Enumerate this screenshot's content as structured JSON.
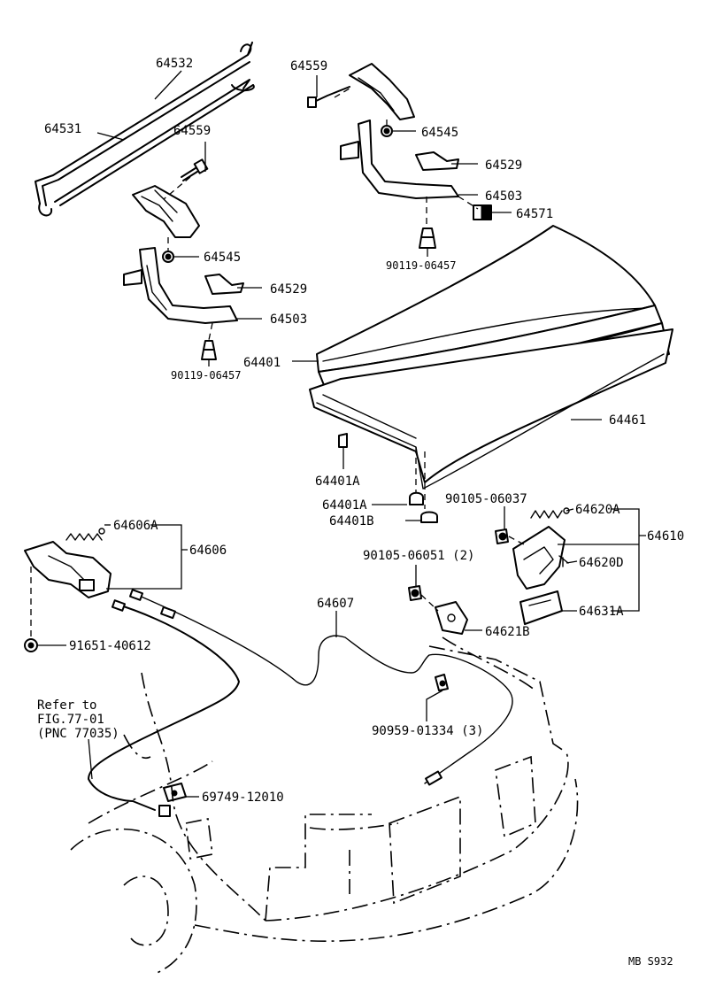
{
  "diagram_code": "MB  S932",
  "note": {
    "line1": "Refer to",
    "line2": "FIG.77-01",
    "line3": "(PNC 77035)"
  },
  "labels": {
    "p64532": "64532",
    "p64531": "64531",
    "p64559_left": "64559",
    "p64545_left": "64545",
    "p64529_left": "64529",
    "p64503_left": "64503",
    "p90119_left": "90119-06457",
    "p64559_right": "64559",
    "p64545_right": "64545",
    "p64529_right": "64529",
    "p64503_right": "64503",
    "p64571": "64571",
    "p90119_right": "90119-06457",
    "p64401": "64401",
    "p64461": "64461",
    "p64401A_1": "64401A",
    "p64401A_2": "64401A",
    "p64401B": "64401B",
    "p90105_06037": "90105-06037",
    "p64620A": "64620A",
    "p64610": "64610",
    "p90105_06051": "90105-06051 (2)",
    "p64620D": "64620D",
    "p64631A": "64631A",
    "p64621B": "64621B",
    "p64606A": "64606A",
    "p64606": "64606",
    "p91651": "91651-40612",
    "p64607": "64607",
    "p90959": "90959-01334 (3)",
    "p69749": "69749-12010"
  }
}
